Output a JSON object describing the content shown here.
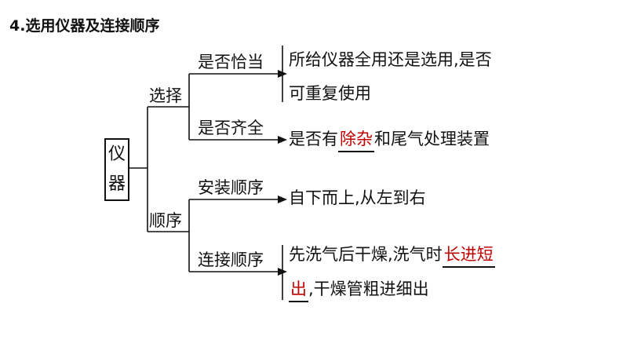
{
  "heading": "4.选用仪器及连接顺序",
  "root": [
    "仪",
    "器"
  ],
  "groups": [
    {
      "label": "选择",
      "items": [
        {
          "label": "是否恰当",
          "lines": [
            "所给仪器全用还是选用,是否",
            "可重复使用"
          ]
        },
        {
          "label": "是否齐全",
          "prefix": "是否有",
          "answer": "除杂",
          "suffix": "和尾气处理装置"
        }
      ]
    },
    {
      "label": "顺序",
      "items": [
        {
          "label": "安装顺序",
          "text": "自下而上,从左到右"
        },
        {
          "label": "连接顺序",
          "line1": "先洗气后干燥,洗气时",
          "answer1": "长进短",
          "answer2": "出",
          "line2": ",干燥管粗进细出"
        }
      ]
    }
  ]
}
